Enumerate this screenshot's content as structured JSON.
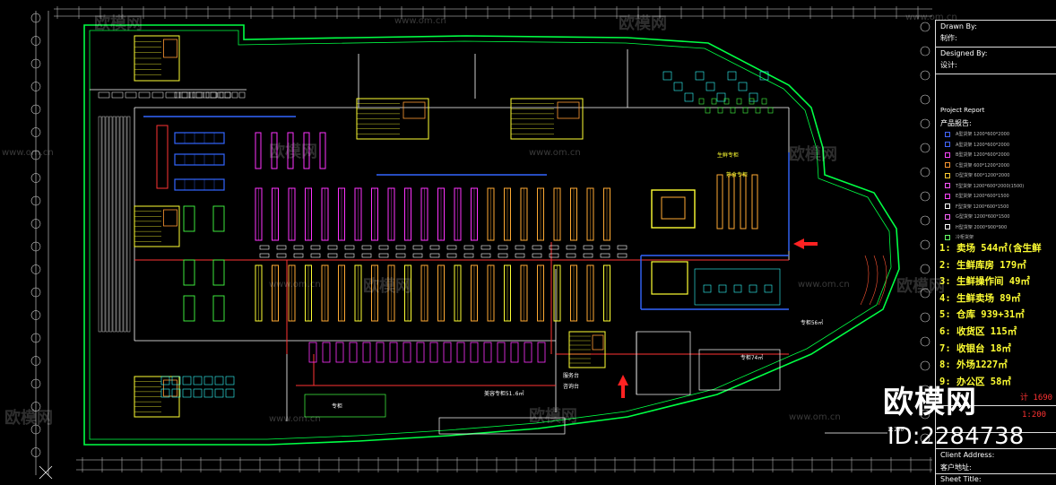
{
  "title_block": {
    "drawn_by_en": "Drawn By:",
    "drawn_by_cn": "制作:",
    "designed_by_en": "Designed By:",
    "designed_by_cn": "设计:",
    "project_report_en": "Project Report",
    "project_report_cn": "产品报告:",
    "client_address_en": "Client Address:",
    "client_address_cn": "客户地址:",
    "sheet_title_en": "Sheet Title:"
  },
  "legend": [
    {
      "label": "A型货架",
      "spec": "1200*600*2000",
      "color": "#4466ff"
    },
    {
      "label": "A型货架",
      "spec": "1200*600*2000",
      "color": "#4466ff"
    },
    {
      "label": "B型货架",
      "spec": "1200*600*2000",
      "color": "#ff44ff"
    },
    {
      "label": "C型货架",
      "spec": "600*1200*2000",
      "color": "#ff9933"
    },
    {
      "label": "D型货架",
      "spec": "600*1200*2000",
      "color": "#ffcc33"
    },
    {
      "label": "T型货架",
      "spec": "1200*600*2000(1500)",
      "color": "#ff55ff"
    },
    {
      "label": "E型货架",
      "spec": "1200*600*1500",
      "color": "#ff44ff"
    },
    {
      "label": "F型货架",
      "spec": "1200*600*1500",
      "color": "#ffffff"
    },
    {
      "label": "G型货架",
      "spec": "1200*600*1500",
      "color": "#ff66ff"
    },
    {
      "label": "H型货架",
      "spec": "2000*900*900",
      "color": "#ffffff"
    },
    {
      "label": "冷柜货架",
      "spec": "",
      "color": "#66ff66"
    }
  ],
  "areas": [
    "1: 卖场 544㎡(含生鲜",
    "2: 生鲜库房 179㎡",
    "3: 生鲜操作间 49㎡",
    "4: 生鲜卖场 89㎡",
    "5: 仓库 939+31㎡",
    "6: 收货区 115㎡",
    "7: 收银台 18㎡",
    "8: 外场1227㎡",
    "9: 办公区 58㎡"
  ],
  "total_partial": "计 1690",
  "scale_partial": "1:200",
  "plan_labels": {
    "zone_a": "生鲜专柜",
    "zone_b": "熟食专柜",
    "checkout": "美容专柜51.6㎡",
    "counter_a": "专柜56㎡",
    "counter_b": "专柜74㎡",
    "counter_c": "专柜",
    "service": "服务台",
    "office": "咨询台",
    "scale_plan": "1:200"
  },
  "watermark": {
    "brand": "欧模网",
    "url": "www.om.cn",
    "big": "欧模网",
    "id": "ID:2284738"
  },
  "colors": {
    "wall": "#00ff44",
    "shelf_magenta": "#ff33ff",
    "shelf_orange": "#ffaa33",
    "shelf_yellow": "#ffff33",
    "blue": "#3366ff",
    "red": "#ff3333",
    "cyan": "#33ffff"
  }
}
